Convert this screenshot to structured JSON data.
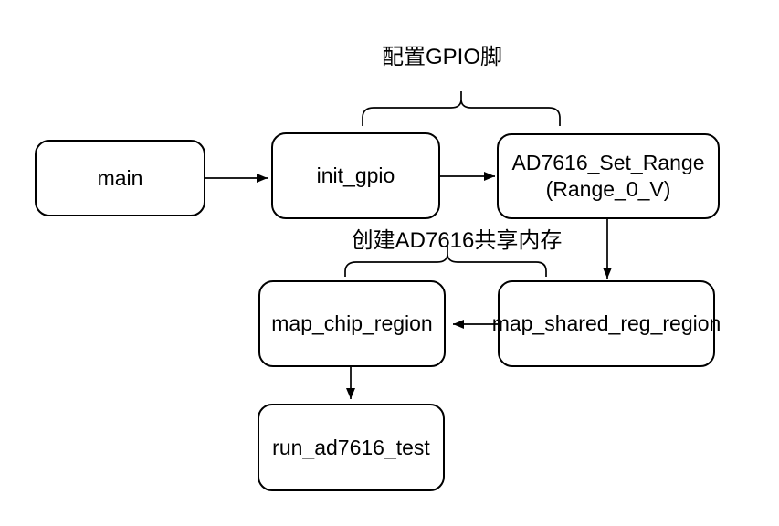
{
  "diagram": {
    "group_labels": [
      {
        "id": "gpio",
        "text": "配置GPIO脚"
      },
      {
        "id": "shared_mem",
        "text": "创建AD7616共享内存"
      }
    ],
    "nodes": [
      {
        "id": "main",
        "label": "main"
      },
      {
        "id": "init_gpio",
        "label": "init_gpio"
      },
      {
        "id": "ad7616_set_range",
        "label": "AD7616_Set_Range",
        "sublabel": "(Range_0_V)"
      },
      {
        "id": "map_chip_region",
        "label": "map_chip_region"
      },
      {
        "id": "map_shared_reg_region",
        "label": "map_shared_reg_region"
      },
      {
        "id": "run_ad7616_test",
        "label": "run_ad7616_test"
      }
    ],
    "edges": [
      {
        "from": "main",
        "to": "init_gpio",
        "direction": "right"
      },
      {
        "from": "init_gpio",
        "to": "ad7616_set_range",
        "direction": "right"
      },
      {
        "from": "ad7616_set_range",
        "to": "map_shared_reg_region",
        "direction": "down"
      },
      {
        "from": "map_shared_reg_region",
        "to": "map_chip_region",
        "direction": "left"
      },
      {
        "from": "map_chip_region",
        "to": "run_ad7616_test",
        "direction": "down"
      }
    ],
    "braces": [
      {
        "id": "gpio_brace",
        "groups": [
          "init_gpio",
          "ad7616_set_range"
        ]
      },
      {
        "id": "shared_mem_brace",
        "groups": [
          "map_chip_region",
          "map_shared_reg_region"
        ]
      }
    ],
    "colors": {
      "stroke": "#000000",
      "node_fill": "#ffffff",
      "text": "#000000",
      "background": "#ffffff"
    }
  }
}
